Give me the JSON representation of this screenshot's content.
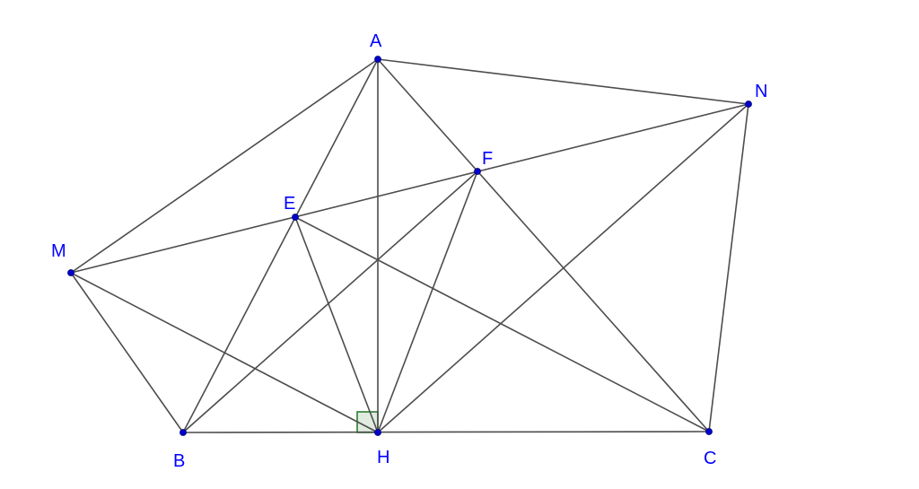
{
  "diagram": {
    "points": [
      {
        "id": "A",
        "label": "A"
      },
      {
        "id": "B",
        "label": "B"
      },
      {
        "id": "C",
        "label": "C"
      },
      {
        "id": "H",
        "label": "H"
      },
      {
        "id": "E",
        "label": "E"
      },
      {
        "id": "F",
        "label": "F"
      },
      {
        "id": "M",
        "label": "M"
      },
      {
        "id": "N",
        "label": "N"
      }
    ],
    "segments": [
      [
        "A",
        "B"
      ],
      [
        "A",
        "C"
      ],
      [
        "B",
        "C"
      ],
      [
        "A",
        "H"
      ],
      [
        "A",
        "M"
      ],
      [
        "A",
        "N"
      ],
      [
        "M",
        "B"
      ],
      [
        "N",
        "C"
      ],
      [
        "M",
        "H"
      ],
      [
        "N",
        "H"
      ],
      [
        "M",
        "N"
      ],
      [
        "E",
        "H"
      ],
      [
        "F",
        "H"
      ],
      [
        "B",
        "F"
      ],
      [
        "E",
        "C"
      ]
    ],
    "right_angle_at": "H",
    "colors": {
      "line": "#4d4d4d",
      "point": "#0000cc",
      "label": "#0000ff",
      "right_angle": "#2e7d32"
    }
  }
}
